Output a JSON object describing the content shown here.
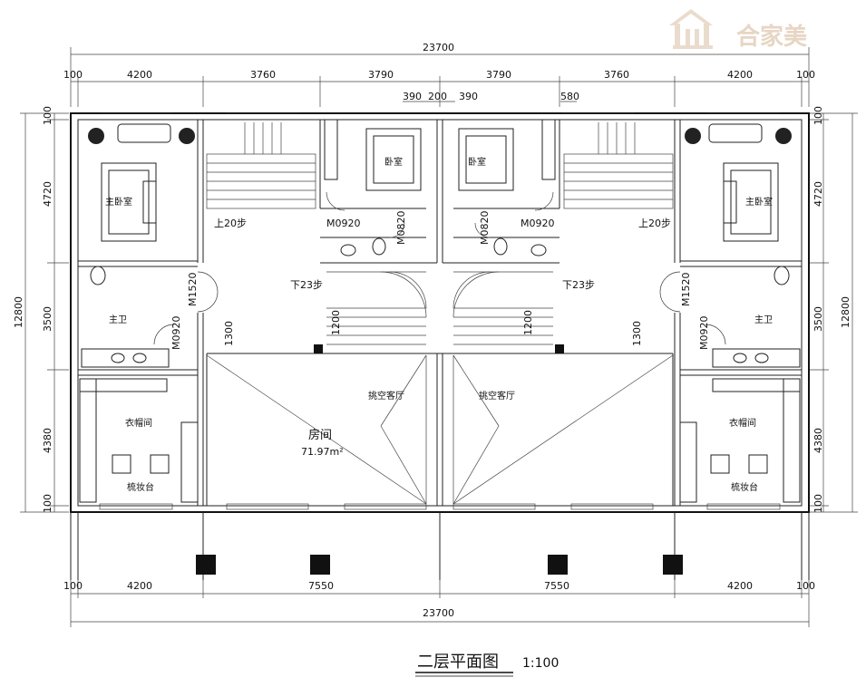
{
  "logo": {
    "text": "合家美"
  },
  "dims": {
    "top_total": "23700",
    "top_segments": [
      "100",
      "4200",
      "3760",
      "3790",
      "3790",
      "3760",
      "4200",
      "100"
    ],
    "top_small": [
      "390",
      "200",
      "390",
      "580"
    ],
    "bottom_segments": [
      "100",
      "4200",
      "7550",
      "7550",
      "4200",
      "100"
    ],
    "bottom_total": "23700",
    "left_segments": [
      "100",
      "4720",
      "3500",
      "4380",
      "100"
    ],
    "left_total": "12800",
    "right_segments": [
      "100",
      "4720",
      "3500",
      "4380",
      "100"
    ],
    "right_total": "12800",
    "inner_1300": "1300",
    "inner_1200": "1200"
  },
  "rooms": {
    "master_bedroom": "主卧室",
    "bedroom": "卧室",
    "master_bath": "主卫",
    "closet": "衣帽间",
    "dresser": "梳妆台",
    "void_living": "挑空客厅",
    "room": "房间",
    "room_area": "71.97m²"
  },
  "doors": {
    "m0920": "M0920",
    "m0820": "M0820",
    "m1520": "M1520"
  },
  "stairs": {
    "up20": "上20步",
    "down23": "下23步"
  },
  "title": {
    "text": "二层平面图",
    "scale": "1:100"
  }
}
